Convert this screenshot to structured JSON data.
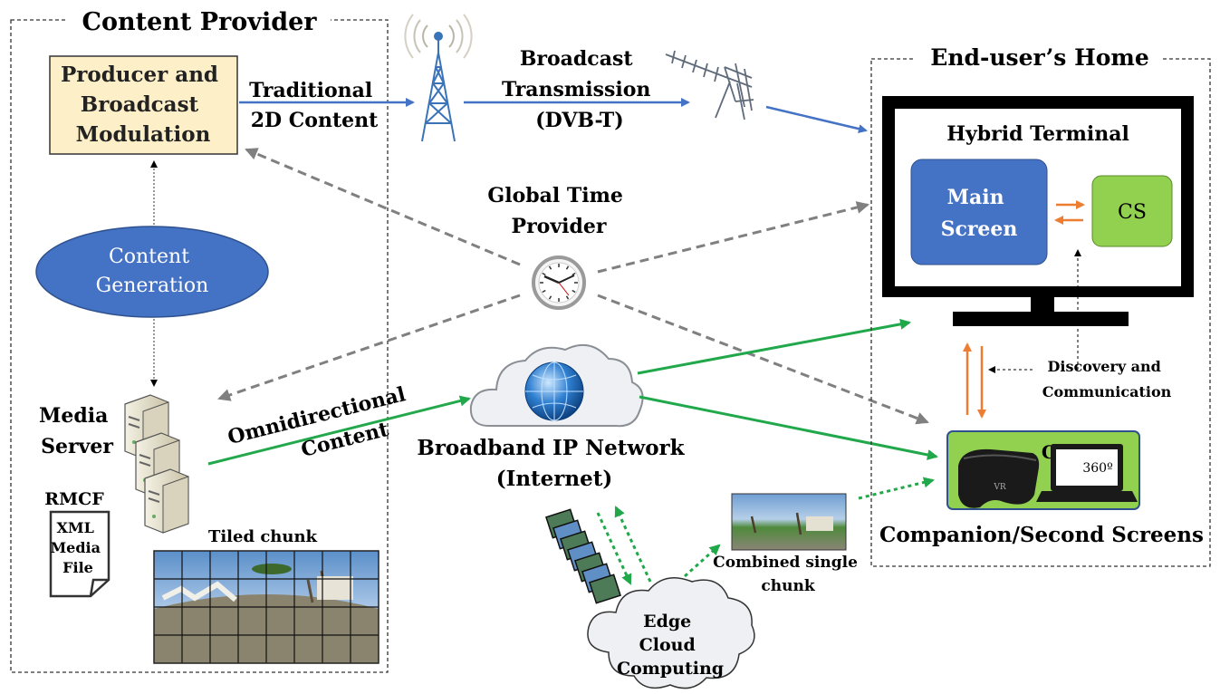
{
  "content_provider": {
    "title": "Content Provider",
    "producer_box": [
      "Producer and",
      "Broadcast",
      "Modulation"
    ],
    "content_generation": [
      "Content",
      "Generation"
    ],
    "media_server": [
      "Media",
      "Server"
    ],
    "rmcf_label": "RMCF",
    "xml_file": [
      "XML",
      "Media",
      "File"
    ],
    "tiled_chunk": "Tiled chunk"
  },
  "links": {
    "traditional": [
      "Traditional",
      "2D Content"
    ],
    "broadcast": [
      "Broadcast",
      "Transmission",
      "(DVB-T)"
    ],
    "omnidirectional": [
      "Omnidirectional",
      "Content"
    ]
  },
  "global_time": [
    "Global Time",
    "Provider"
  ],
  "network": [
    "Broadband IP Network",
    "(Internet)"
  ],
  "edge": [
    "Edge",
    "Cloud",
    "Computing"
  ],
  "combined_chunk": [
    "Combined single",
    "chunk"
  ],
  "home": {
    "title": "End-user’s Home",
    "terminal_label": "Hybrid Terminal",
    "main_screen": [
      "Main",
      "Screen"
    ],
    "cs_small": "CS",
    "discovery": [
      "Discovery and",
      "Communication"
    ],
    "companion_cs": "CS",
    "vr_label": "VR",
    "degrees_label": "360º",
    "companion_title": "Companion/Second Screens"
  },
  "colors": {
    "blue_arrow": "#4472c4",
    "green_arrow": "#20a84a",
    "orange_arrow": "#ed7d31",
    "gray_arrow": "#808080",
    "producer_fill": "#fdefc8",
    "main_screen_fill": "#4472c4",
    "cs_fill": "#92d050",
    "ellipse_fill": "#4472c4"
  },
  "icons": [
    "broadcast-tower-icon",
    "antenna-icon",
    "clock-icon",
    "globe-cloud-icon",
    "server-icon",
    "document-icon",
    "vr-headset-icon",
    "laptop-icon"
  ]
}
